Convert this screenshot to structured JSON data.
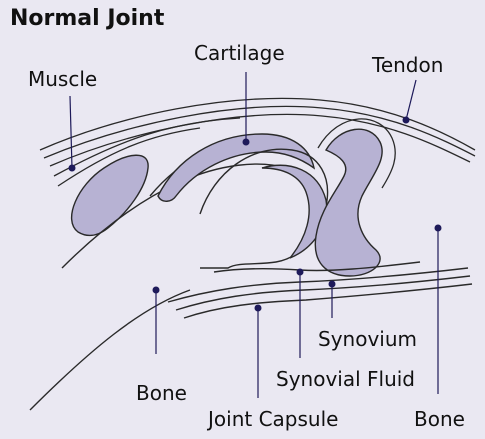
{
  "title": "Normal Joint",
  "labels": {
    "muscle": "Muscle",
    "cartilage": "Cartilage",
    "tendon": "Tendon",
    "bone_left": "Bone",
    "synovium": "Synovium",
    "synovial_fluid": "Synovial Fluid",
    "joint_capsule": "Joint Capsule",
    "bone_right": "Bone"
  },
  "colors": {
    "background": "#eae8f2",
    "cartilage_fill": "#b7b2d3",
    "line": "#2a2a2a",
    "pointer": "#1e1a5a"
  }
}
